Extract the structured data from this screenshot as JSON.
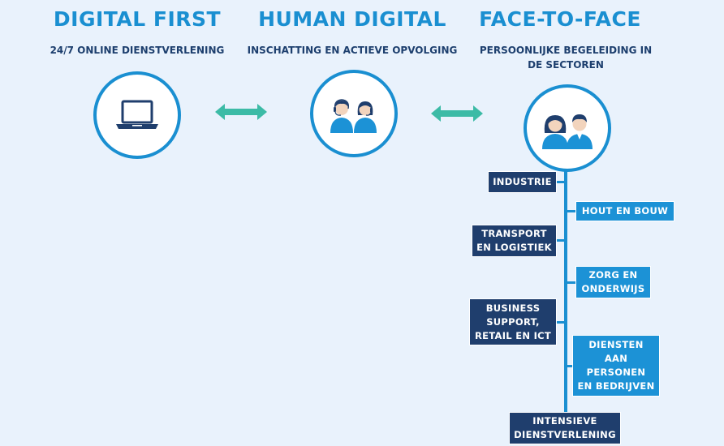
{
  "columns": [
    {
      "title": "DIGITAL FIRST",
      "subtitle": "24/7 ONLINE DIENSTVERLENING",
      "icon": "laptop-icon"
    },
    {
      "title": "HUMAN DIGITAL",
      "subtitle": "INSCHATTING EN ACTIEVE OPVOLGING",
      "icon": "headset-people-icon"
    },
    {
      "title": "FACE-TO-FACE",
      "subtitle": "PERSOONLIJKE BEGELEIDING IN\nDE SECTOREN",
      "icon": "people-icon"
    }
  ],
  "sectors": {
    "left": [
      "INDUSTRIE",
      "TRANSPORT\nEN LOGISTIEK",
      "BUSINESS\nSUPPORT,\nRETAIL EN ICT",
      "INTENSIEVE\nDIENSTVERLENING"
    ],
    "right": [
      "HOUT EN BOUW",
      "ZORG EN\nONDERWIJS",
      "DIENSTEN\nAAN\nPERSONEN\nEN BEDRIJVEN"
    ]
  },
  "colors": {
    "accent": "#1a8fd1",
    "dark_navy": "#1f3e6d",
    "light_blue": "#1c92d6",
    "teal_arrow": "#3cbba6",
    "background": "#e9f2fc"
  }
}
